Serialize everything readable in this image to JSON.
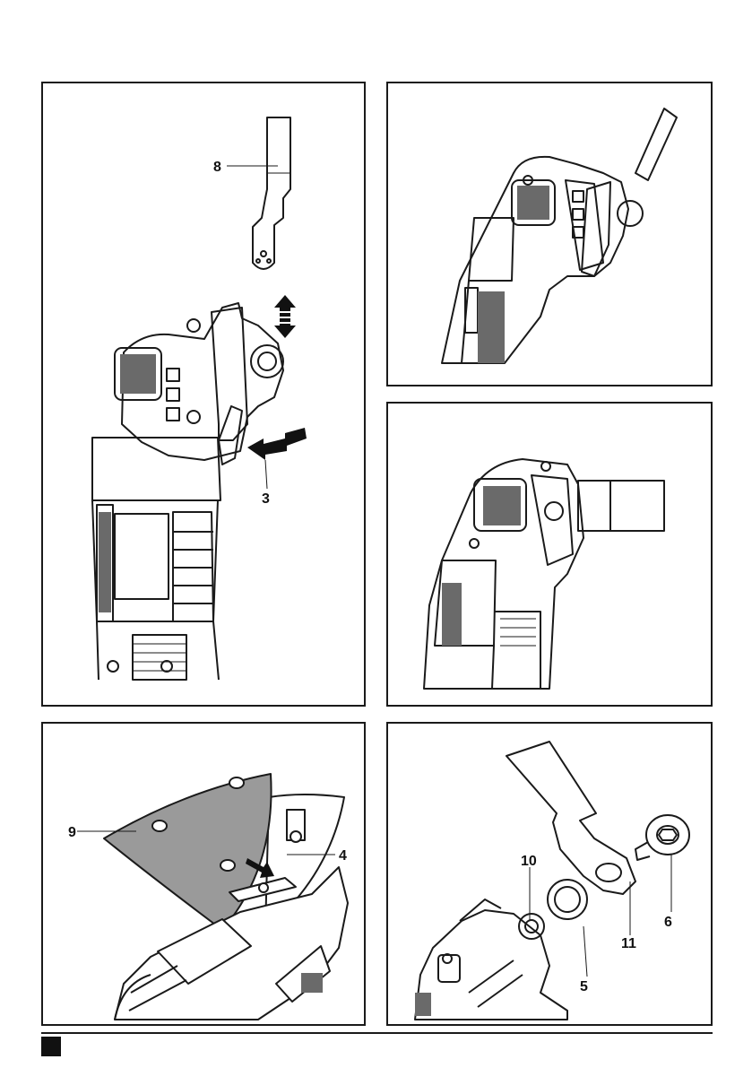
{
  "figures": [
    {
      "id": "fig-1",
      "callouts": [
        {
          "id": "blade",
          "label": "8"
        },
        {
          "id": "lever",
          "label": "3"
        }
      ]
    },
    {
      "id": "fig-2",
      "callouts": []
    },
    {
      "id": "fig-3",
      "callouts": []
    },
    {
      "id": "fig-4",
      "callouts": [
        {
          "id": "sanding-sheet",
          "label": "9"
        },
        {
          "id": "sanding-pad",
          "label": "4"
        }
      ]
    },
    {
      "id": "fig-5",
      "callouts": [
        {
          "id": "spindle",
          "label": "10"
        },
        {
          "id": "washer",
          "label": "5"
        },
        {
          "id": "blade-hole",
          "label": "11"
        },
        {
          "id": "flange-bolt",
          "label": "6"
        }
      ]
    }
  ],
  "colors": {
    "outline": "#1a1a1a",
    "sheet_gray": "#9a9a9a",
    "grille_gray": "#6a6a6a"
  }
}
